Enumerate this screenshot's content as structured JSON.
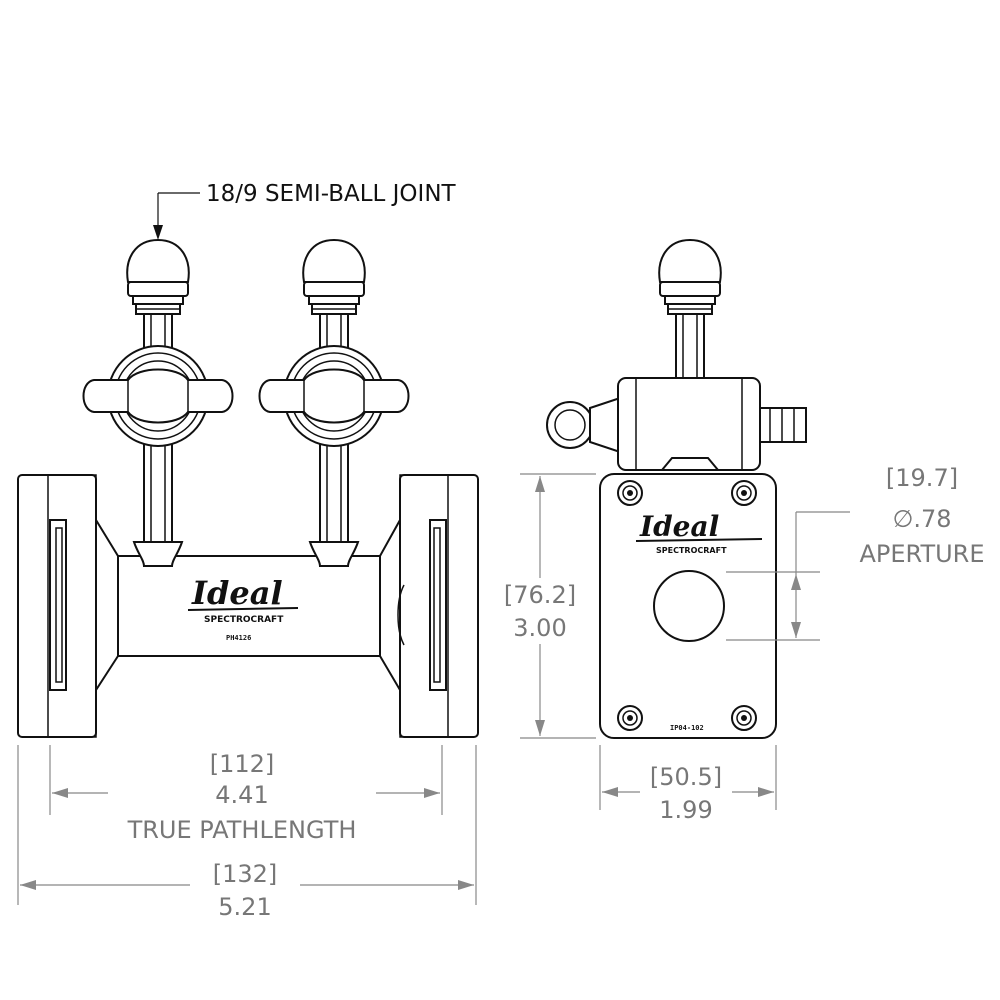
{
  "callout": {
    "label": "18/9 SEMI-BALL JOINT"
  },
  "logo": {
    "brand": "Ideal",
    "maker": "SPECTROCRAFT",
    "front_serial": "PH4126",
    "side_serial": "IP04-102"
  },
  "dimensions": {
    "pathlength": {
      "mm": "[112]",
      "in": "4.41",
      "caption": "TRUE PATHLENGTH"
    },
    "overall_length": {
      "mm": "[132]",
      "in": "5.21"
    },
    "height": {
      "mm": "[76.2]",
      "in": "3.00"
    },
    "width": {
      "mm": "[50.5]",
      "in": "1.99"
    },
    "aperture": {
      "mm": "[19.7]",
      "in": "∅.78",
      "caption": "APERTURE"
    }
  }
}
